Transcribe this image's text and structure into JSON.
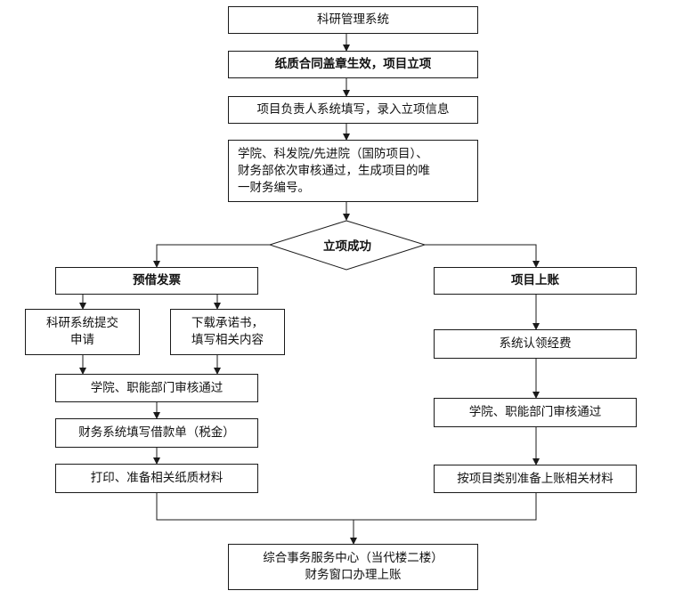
{
  "flow": {
    "n1": "科研管理系统",
    "n2": "纸质合同盖章生效，项目立项",
    "n3": "项目负责人系统填写，录入立项信息",
    "n4": "学院、科发院/先进院（国防项目）、\n财务部依次审核通过，生成项目的唯\n一财务编号。",
    "decision": "立项成功",
    "left": {
      "header": "预借发票",
      "a1": "科研系统提交\n申请",
      "a2": "下载承诺书，\n填写相关内容",
      "s1": "学院、职能部门审核通过",
      "s2": "财务系统填写借款单（税金）",
      "s3": "打印、准备相关纸质材料"
    },
    "right": {
      "header": "项目上账",
      "r1": "系统认领经费",
      "r2": "学院、职能部门审核通过",
      "r3": "按项目类别准备上账相关材料"
    },
    "final": "综合事务服务中心（当代楼二楼）\n财务窗口办理上账"
  },
  "colors": {
    "line": "#1a1a1a",
    "box_border": "#1a1a1a",
    "background": "#ffffff"
  }
}
